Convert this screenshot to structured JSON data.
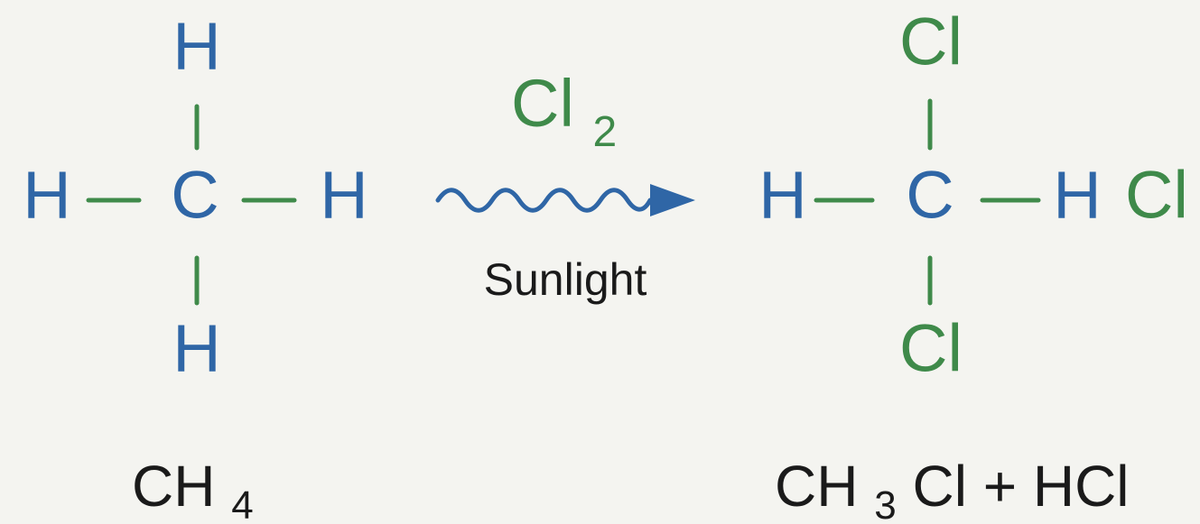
{
  "colors": {
    "background": "#f4f4f0",
    "hydrogen": "#2f66a6",
    "carbon": "#2f66a6",
    "chlorine": "#3f8a4a",
    "bond": "#3f8a4a",
    "arrow": "#2f66a6",
    "text": "#1a1a1a"
  },
  "reactant": {
    "atoms": {
      "top": "H",
      "left": "H",
      "center": "C",
      "right": "H",
      "bottom": "H"
    },
    "formula": {
      "main": "CH",
      "subscript": "4"
    }
  },
  "reaction": {
    "reagent": {
      "main": "Cl",
      "subscript": "2"
    },
    "condition": "Sunlight",
    "arrow_icon": "wavy-arrow-icon"
  },
  "product": {
    "atoms": {
      "top": "Cl",
      "left": "H",
      "center": "C",
      "right": "H",
      "bottom": "Cl",
      "extra": "Cl"
    },
    "formula": {
      "part1": "CH",
      "subscript": "3",
      "part2": "Cl + HCl"
    }
  }
}
